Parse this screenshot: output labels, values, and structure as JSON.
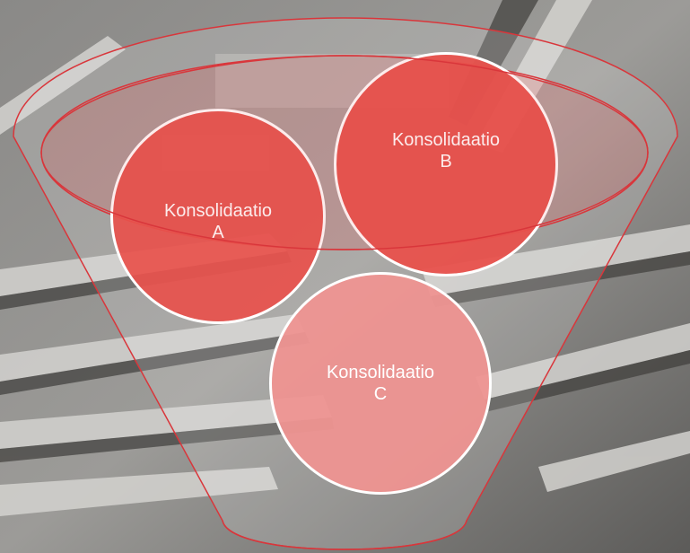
{
  "diagram": {
    "type": "funnel",
    "bubbles": [
      {
        "id": "a",
        "label": "Konsolidaatio\nA",
        "color": "#e8514c"
      },
      {
        "id": "b",
        "label": "Konsolidaatio\nB",
        "color": "#e8514c"
      },
      {
        "id": "c",
        "label": "Konsolidaatio\nC",
        "color": "#ee9391"
      }
    ],
    "funnel_stroke": "#d9363b",
    "funnel_fill": "rgba(255,255,255,0.18)"
  }
}
